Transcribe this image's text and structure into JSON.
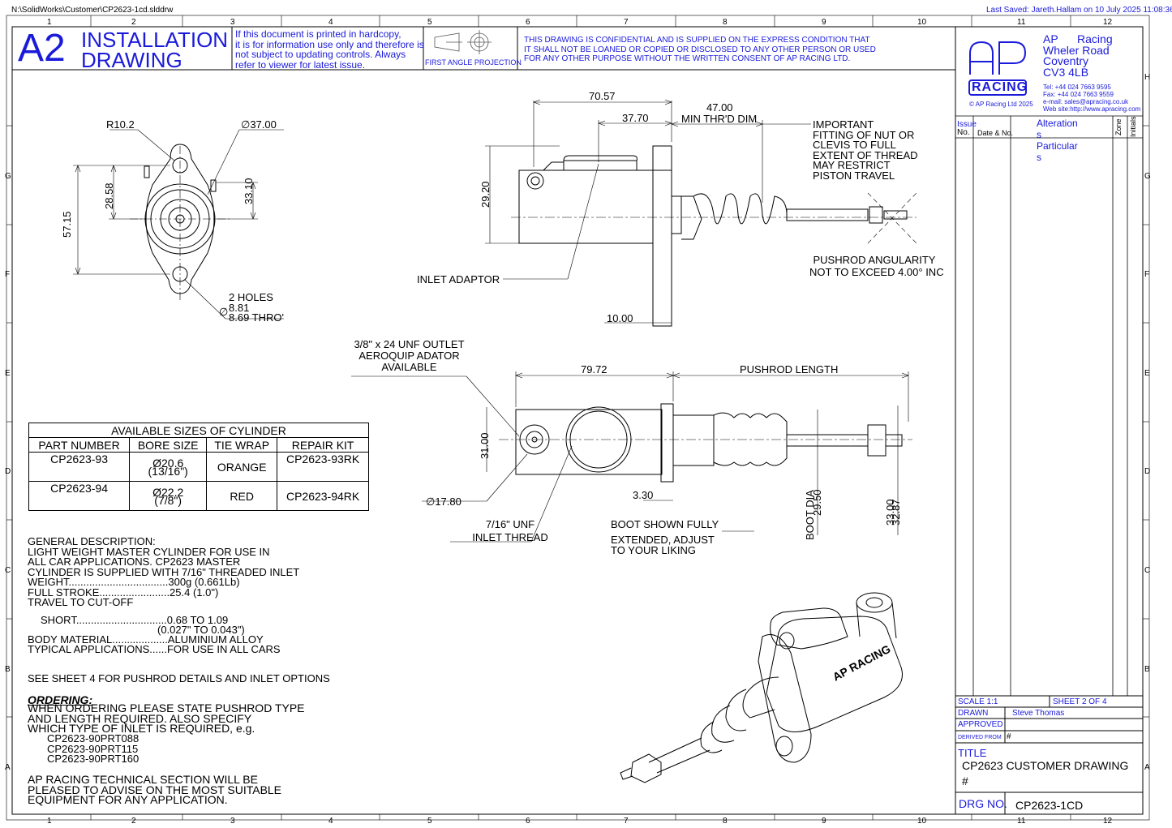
{
  "header": {
    "file_path": "N:\\SolidWorks\\Customer\\CP2623-1cd.slddrw",
    "last_saved": "Last Saved: Jareth.Hallam on 10 July 2025 11:08:36"
  },
  "grid": {
    "cols": [
      "1",
      "2",
      "3",
      "4",
      "5",
      "6",
      "7",
      "8",
      "9",
      "10",
      "11",
      "12"
    ],
    "rows": [
      "H",
      "G",
      "F",
      "E",
      "D",
      "C",
      "B",
      "A"
    ]
  },
  "title_band": {
    "size": "A2",
    "drawing_type_1": "INSTALLATION",
    "drawing_type_2": "DRAWING",
    "hardcopy_note": [
      "If this document is printed in hardcopy,",
      "it is for information use only and therefore is",
      "not subject to updating controls. Always",
      "refer to viewer for latest issue."
    ],
    "projection_label": "FIRST ANGLE PROJECTION",
    "confidential": [
      "THIS DRAWING IS CONFIDENTIAL AND IS SUPPLIED ON THE EXPRESS CONDITION THAT",
      "IT SHALL NOT BE LOANED OR COPIED OR DISCLOSED TO ANY OTHER PERSON OR USED",
      "FOR ANY OTHER PURPOSE WITHOUT THE WRITTEN CONSENT OF AP RACING LTD."
    ]
  },
  "company": {
    "logo_text": "AP",
    "logo_sub": "RACING",
    "copyright": "© AP Racing Ltd 2025",
    "name_1": "AP",
    "name_2": "Racing",
    "address_1": "Wheler Road",
    "address_2": "Coventry",
    "address_3": "CV3 4LB",
    "tel": "Tel: +44 024 7663 9595",
    "fax": "Fax: +44 024 7663 9559",
    "email": "e-mail: sales@apracing.co.uk",
    "web": "Web site:http://www.apracing.com"
  },
  "revisions": {
    "issue": "Issue",
    "no": "No.",
    "date_no": "Date & No.",
    "alteration": "Alteration",
    "s1": "s",
    "particular": "Particular",
    "s2": "s",
    "zone": "Zone",
    "initials": "Initials"
  },
  "title_block": {
    "scale": "SCALE 1:1",
    "sheet": "SHEET 2 OF 4",
    "drawn_label": "DRAWN",
    "drawn_by": "Steve Thomas",
    "approved_label": "APPROVED",
    "derived_label": "DERIVED FROM",
    "derived_value": "#",
    "title_label": "TITLE",
    "title": "CP2623 CUSTOMER DRAWING",
    "title_hash": "#",
    "drg_label": "DRG NO.",
    "drg_no": "CP2623-1CD"
  },
  "front_view": {
    "r": "R10.2",
    "dia_top": "∅37.00",
    "h1": "28.58",
    "h2": "33.10",
    "h3": "57.15",
    "holes_1": "2 HOLES",
    "holes_2": "8.81",
    "holes_3": "8.69 THRO'"
  },
  "side_view": {
    "d1": "70.57",
    "d2": "37.70",
    "d3": "47.00",
    "d3b": "MIN THR'D DIM",
    "d4": "29.20",
    "d5": "10.00",
    "inlet": "INLET ADAPTOR",
    "important": [
      "IMPORTANT",
      "FITTING OF NUT OR",
      "CLEVIS TO FULL",
      "EXTENT OF THREAD",
      "MAY RESTRICT",
      "PISTON TRAVEL"
    ],
    "angularity_1": "PUSHROD ANGULARITY",
    "angularity_2": "NOT TO EXCEED 4.00° INC"
  },
  "plan_view": {
    "outlet": [
      "3/8\" x 24 UNF OUTLET",
      "AEROQUIP ADATOR",
      "AVAILABLE"
    ],
    "d1": "79.72",
    "pushrod": "PUSHROD LENGTH",
    "d31": "31.00",
    "dia1780": "∅17.80",
    "d330": "3.30",
    "thread_1": "7/16\" UNF",
    "thread_2": "INLET THREAD",
    "boot_1": "BOOT SHOWN FULLY",
    "boot_2": "EXTENDED, ADJUST",
    "boot_3": "TO YOUR LIKING",
    "boot_dia": "BOOT DIA",
    "boot_val": "29.50",
    "d3300": "33.00",
    "d3287": "32.87"
  },
  "sizes_table": {
    "title": "AVAILABLE SIZES OF CYLINDER",
    "headers": [
      "PART NUMBER",
      "BORE SIZE",
      "TIE WRAP",
      "REPAIR KIT"
    ],
    "rows": [
      {
        "part": "CP2623-93",
        "bore_a": "Ø20.6",
        "bore_b": "(13/16\")",
        "wrap": "ORANGE",
        "kit": "CP2623-93RK"
      },
      {
        "part": "CP2623-94",
        "bore_a": "Ø22.2",
        "bore_b": "(7/8\")",
        "wrap": "RED",
        "kit": "CP2623-94RK"
      }
    ]
  },
  "notes": {
    "general": [
      "GENERAL DESCRIPTION:",
      "LIGHT WEIGHT MASTER CYLINDER FOR USE IN",
      "ALL CAR APPLICATIONS. CP2623 MASTER",
      "CYLINDER IS SUPPLIED WITH 7/16\" THREADED INLET",
      "WEIGHT..................................300g (0.661Lb)",
      "FULL STROKE........................25.4 (1.0\")",
      "TRAVEL TO CUT-OFF"
    ],
    "short_1": "SHORT...............................0.68 TO 1.09",
    "short_2": "(0.027\" TO 0.043\")",
    "material": "BODY     MATERIAL...................ALUMINIUM     ALLOY",
    "apps": "TYPICAL APPLICATIONS......FOR USE IN ALL CARS",
    "see_sheet": "SEE SHEET 4 FOR PUSHROD DETAILS AND INLET OPTIONS",
    "ordering": "ORDERING:",
    "ordering_lines": [
      "WHEN ORDERING PLEASE STATE PUSHROD TYPE",
      "AND LENGTH REQUIRED. ALSO SPECIFY",
      "WHICH TYPE OF INLET IS REQUIRED, e.g."
    ],
    "examples": [
      "CP2623-90PRT088",
      "CP2623-90PRT115",
      "CP2623-90PRT160"
    ],
    "tech": [
      "AP RACING TECHNICAL SECTION WILL BE",
      "PLEASED TO ADVISE ON THE MOST SUITABLE",
      "EQUIPMENT FOR ANY APPLICATION."
    ]
  },
  "iso_view": {
    "body_text": "AP RACING"
  },
  "colors": {
    "blue": "#1a1adb",
    "line": "#000000"
  }
}
